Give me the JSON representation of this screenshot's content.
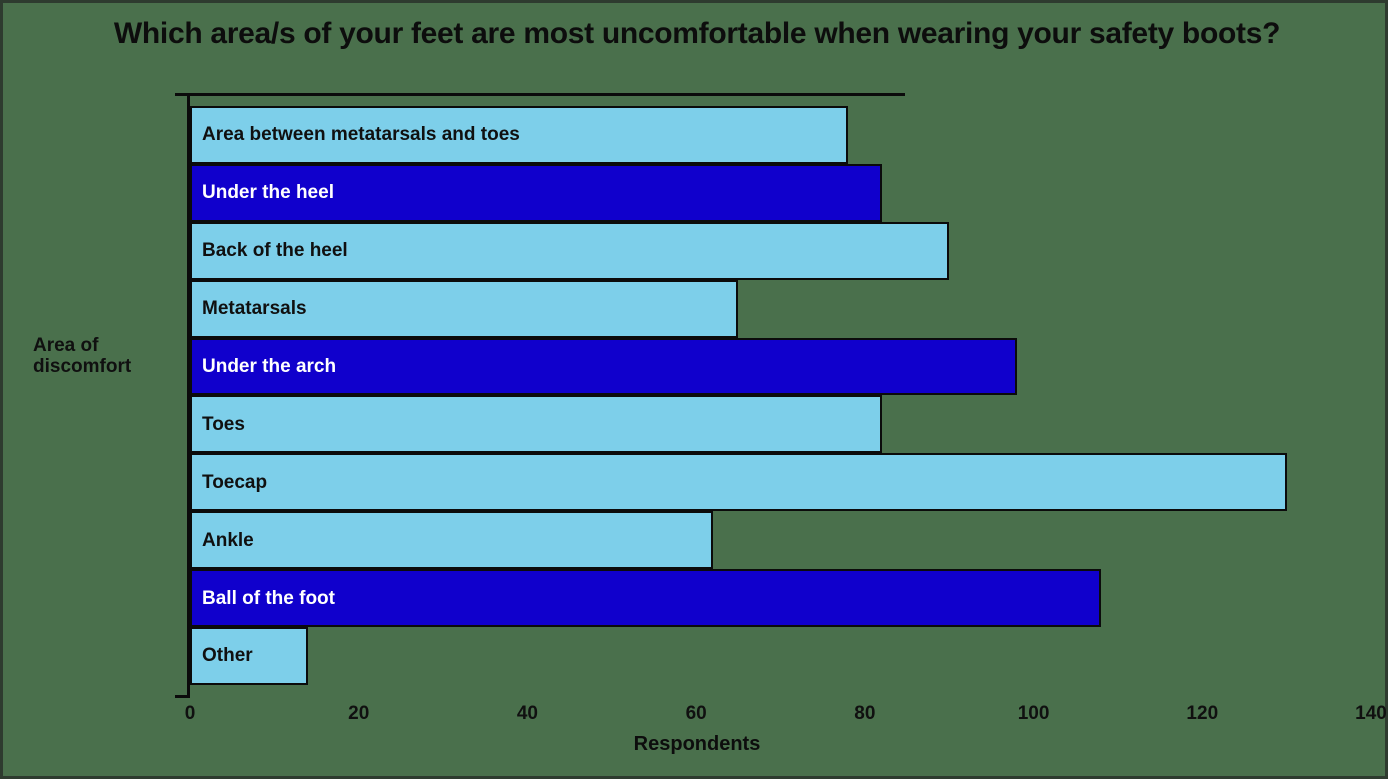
{
  "chart_data": {
    "type": "bar",
    "orientation": "horizontal",
    "title": "Which area/s of your feet are most uncomfortable when wearing your safety boots?",
    "xlabel": "Respondents",
    "ylabel": "Area of\ndiscomfort",
    "ylabel_lines": [
      "Area of",
      "discomfort"
    ],
    "xlim": [
      0,
      140
    ],
    "xticks": [
      0,
      20,
      40,
      60,
      80,
      100,
      120,
      140
    ],
    "xtick_labels": [
      "0",
      "20",
      "40",
      "60",
      "80",
      "100",
      "120",
      "140"
    ],
    "grid": false,
    "legend": "none",
    "categories": [
      "Area between metatarsals and toes",
      "Under the heel",
      "Back of the heel",
      "Metatarsals",
      "Under the arch",
      "Toes",
      "Toecap",
      "Ankle",
      "Ball of the foot",
      "Other"
    ],
    "values": [
      78,
      82,
      90,
      65,
      98,
      82,
      130,
      62,
      108,
      14
    ],
    "bar_colors": [
      "#7DCFEA",
      "#1000CC",
      "#7DCFEA",
      "#7DCFEA",
      "#1000CC",
      "#7DCFEA",
      "#7DCFEA",
      "#7DCFEA",
      "#1000CC",
      "#7DCFEA"
    ],
    "label_colors": [
      "#101010",
      "#FFFFFF",
      "#101010",
      "#101010",
      "#FFFFFF",
      "#101010",
      "#101010",
      "#101010",
      "#FFFFFF",
      "#101010"
    ]
  },
  "colors": {
    "background": "#4A704C",
    "light_blue": "#7DCFEA",
    "dark_blue": "#1000CC",
    "outline": "#0B0B0B",
    "text": "#101010",
    "text_inverse": "#FFFFFF",
    "border": "#2E3B2F"
  }
}
